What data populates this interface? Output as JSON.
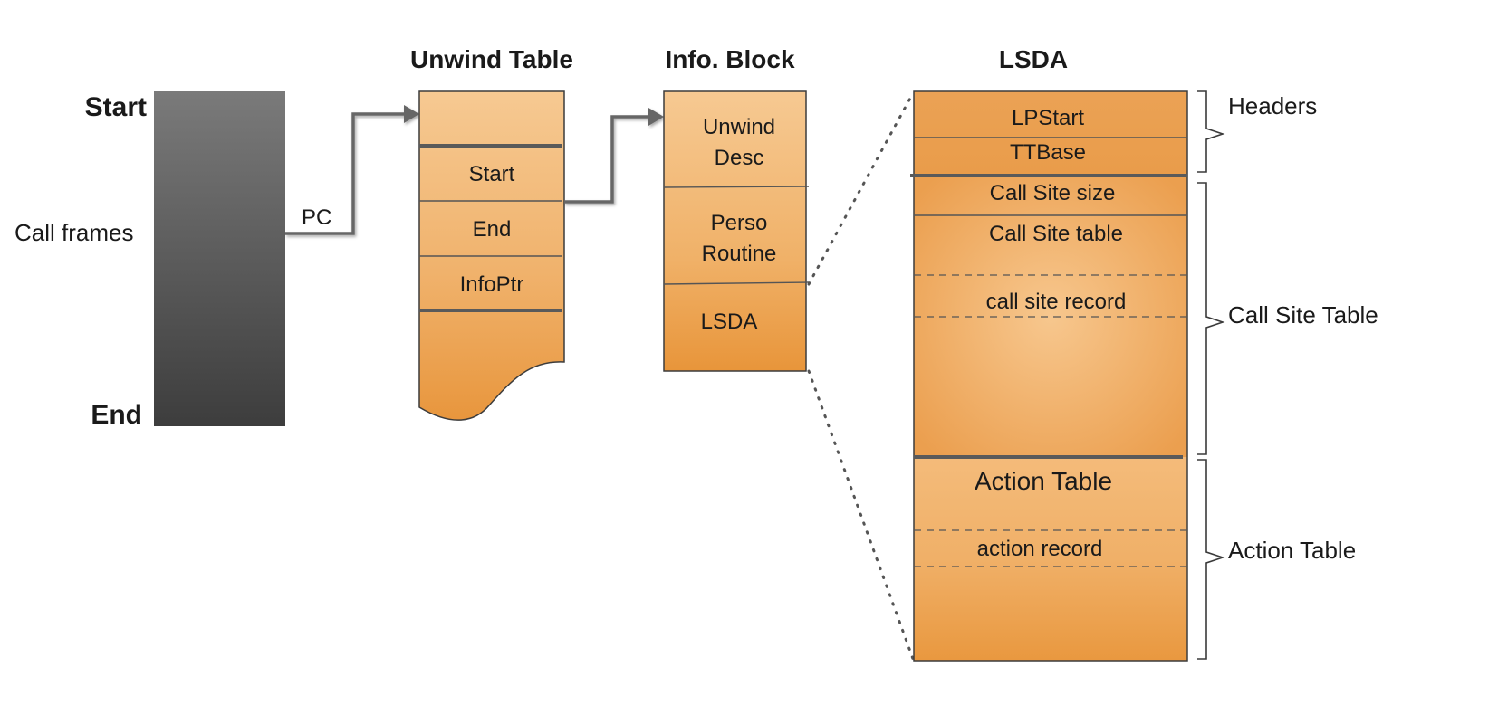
{
  "call_frames": {
    "start_label": "Start",
    "end_label": "End",
    "side_label": "Call frames",
    "pc_label": "PC"
  },
  "unwind_table": {
    "title": "Unwind Table",
    "rows": [
      "Start",
      "End",
      "InfoPtr"
    ]
  },
  "info_block": {
    "title": "Info. Block",
    "unwind_desc": [
      "Unwind",
      "Desc"
    ],
    "perso_routine": [
      "Perso",
      "Routine"
    ],
    "lsda": "LSDA"
  },
  "lsda": {
    "title": "LSDA",
    "lpstart": "LPStart",
    "ttbase": "TTBase",
    "call_site_size": "Call Site size",
    "call_site_table": "Call Site table",
    "call_site_record": "call site record",
    "action_table": "Action Table",
    "action_record": "action record"
  },
  "braces": {
    "headers": "Headers",
    "call_site_table": "Call Site Table",
    "action_table": "Action Table"
  },
  "colors": {
    "orange_light": "#f6c992",
    "orange_mid": "#f0b066",
    "orange_dark": "#e8953a",
    "frames_top": "#7a7a7a",
    "frames_bottom": "#3d3d3d",
    "arrow": "#666666"
  }
}
